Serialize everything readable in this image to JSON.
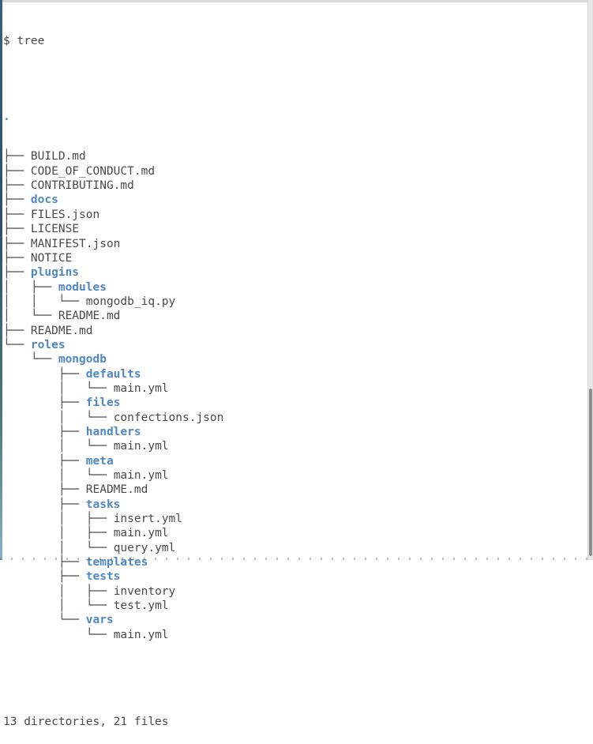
{
  "terminal": {
    "command_line": "$ tree",
    "root": ".",
    "summary": "13 directories, 21 files",
    "lines": [
      {
        "prefix": "├── ",
        "text": "BUILD.md",
        "type": "file"
      },
      {
        "prefix": "├── ",
        "text": "CODE_OF_CONDUCT.md",
        "type": "file"
      },
      {
        "prefix": "├── ",
        "text": "CONTRIBUTING.md",
        "type": "file"
      },
      {
        "prefix": "├── ",
        "text": "docs",
        "type": "dir"
      },
      {
        "prefix": "├── ",
        "text": "FILES.json",
        "type": "file"
      },
      {
        "prefix": "├── ",
        "text": "LICENSE",
        "type": "file"
      },
      {
        "prefix": "├── ",
        "text": "MANIFEST.json",
        "type": "file"
      },
      {
        "prefix": "├── ",
        "text": "NOTICE",
        "type": "file"
      },
      {
        "prefix": "├── ",
        "text": "plugins",
        "type": "dir"
      },
      {
        "prefix": "│   ├── ",
        "text": "modules",
        "type": "dir"
      },
      {
        "prefix": "│   │   └── ",
        "text": "mongodb_iq.py",
        "type": "file"
      },
      {
        "prefix": "│   └── ",
        "text": "README.md",
        "type": "file"
      },
      {
        "prefix": "├── ",
        "text": "README.md",
        "type": "file"
      },
      {
        "prefix": "└── ",
        "text": "roles",
        "type": "dir"
      },
      {
        "prefix": "    └── ",
        "text": "mongodb",
        "type": "dir"
      },
      {
        "prefix": "        ├── ",
        "text": "defaults",
        "type": "dir"
      },
      {
        "prefix": "        │   └── ",
        "text": "main.yml",
        "type": "file"
      },
      {
        "prefix": "        ├── ",
        "text": "files",
        "type": "dir"
      },
      {
        "prefix": "        │   └── ",
        "text": "confections.json",
        "type": "file"
      },
      {
        "prefix": "        ├── ",
        "text": "handlers",
        "type": "dir"
      },
      {
        "prefix": "        │   └── ",
        "text": "main.yml",
        "type": "file"
      },
      {
        "prefix": "        ├── ",
        "text": "meta",
        "type": "dir"
      },
      {
        "prefix": "        │   └── ",
        "text": "main.yml",
        "type": "file"
      },
      {
        "prefix": "        ├── ",
        "text": "README.md",
        "type": "file"
      },
      {
        "prefix": "        ├── ",
        "text": "tasks",
        "type": "dir"
      },
      {
        "prefix": "        │   ├── ",
        "text": "insert.yml",
        "type": "file"
      },
      {
        "prefix": "        │   ├── ",
        "text": "main.yml",
        "type": "file"
      },
      {
        "prefix": "        │   └── ",
        "text": "query.yml",
        "type": "file"
      },
      {
        "prefix": "        ├── ",
        "text": "templates",
        "type": "dir"
      },
      {
        "prefix": "        ├── ",
        "text": "tests",
        "type": "dir"
      },
      {
        "prefix": "        │   ├── ",
        "text": "inventory",
        "type": "file"
      },
      {
        "prefix": "        │   └── ",
        "text": "test.yml",
        "type": "file"
      },
      {
        "prefix": "        └── ",
        "text": "vars",
        "type": "dir"
      },
      {
        "prefix": "            └── ",
        "text": "main.yml",
        "type": "file"
      }
    ]
  },
  "colors": {
    "directory": "#4f86c6",
    "text": "#4a4a4a",
    "background": "#ffffff"
  }
}
